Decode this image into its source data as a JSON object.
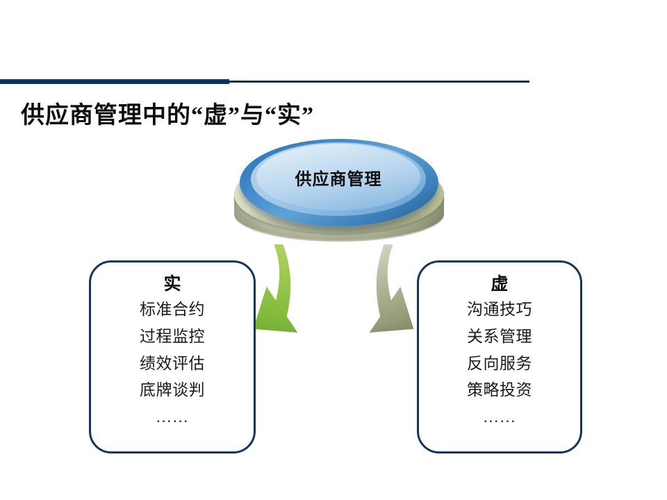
{
  "slide": {
    "title": "供应商管理中的“虚”与“实”",
    "background_color": "#ffffff"
  },
  "header": {
    "rule_thick_color": "#0b2d55",
    "rule_thin_color": "#17303b"
  },
  "center_node": {
    "label": "供应商管理",
    "shape": "3d-disc",
    "top_color": "#b7d5ee",
    "ring_color": "#3f86c6",
    "base_color": "#d9dbc2"
  },
  "arrows": [
    {
      "name": "arrow-to-left-box",
      "direction": "down-left",
      "color": "#8cc044",
      "color_dark": "#6fa633"
    },
    {
      "name": "arrow-to-right-box",
      "direction": "down-right",
      "color": "#a3ad8e",
      "color_dark": "#7d855f"
    }
  ],
  "boxes": {
    "left": {
      "title": "实",
      "items": [
        "标准合约",
        "过程监控",
        "绩效评估",
        "底牌谈判",
        "……"
      ],
      "border_color": "#15355c"
    },
    "right": {
      "title": "虚",
      "items": [
        "沟通技巧",
        "关系管理",
        "反向服务",
        "策略投资",
        "……"
      ],
      "border_color": "#15355c"
    }
  }
}
